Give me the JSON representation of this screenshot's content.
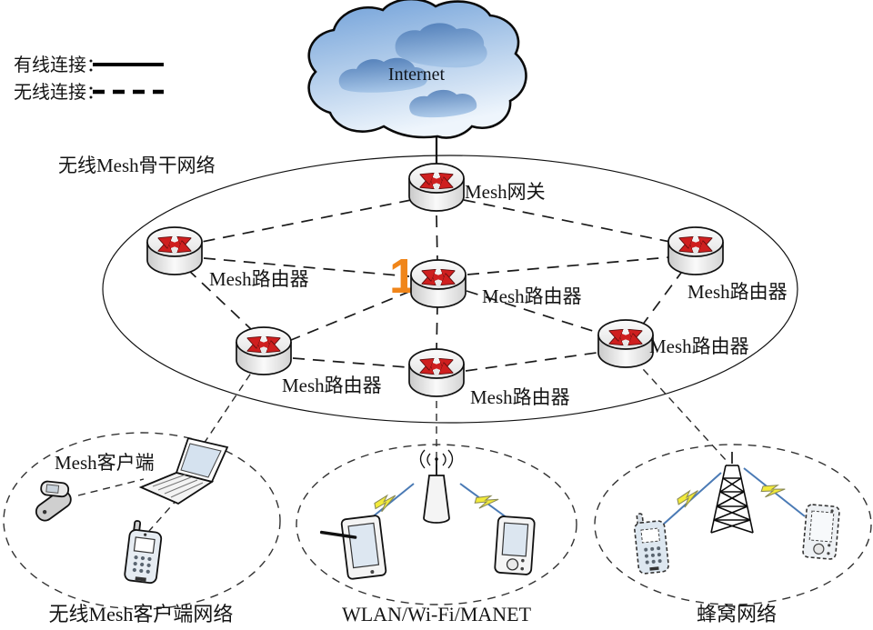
{
  "legend": {
    "wired_label": "有线连接：",
    "wired_style": "solid",
    "wireless_label": "无线连接：",
    "wireless_style": "dashed"
  },
  "internet": {
    "label": "Internet"
  },
  "backbone": {
    "title": "无线Mesh骨干网络",
    "gateway_label": "Mesh网关",
    "highlight_marker": "1",
    "routers": [
      {
        "id": "top-left",
        "label": "Mesh路由器"
      },
      {
        "id": "center",
        "label": "Mesh路由器"
      },
      {
        "id": "top-right",
        "label": "Mesh路由器"
      },
      {
        "id": "bottom-left",
        "label": "Mesh路由器"
      },
      {
        "id": "bottom-center",
        "label": "Mesh路由器"
      },
      {
        "id": "bottom-right",
        "label": "Mesh路由器"
      }
    ]
  },
  "client_networks": [
    {
      "id": "mesh-client-network",
      "label": "无线Mesh客户端网络",
      "inner_label": "Mesh客户端",
      "devices": [
        "flip-phone",
        "laptop",
        "mobile-phone"
      ]
    },
    {
      "id": "wlan-network",
      "label": "WLAN/Wi-Fi/MANET",
      "devices": [
        "tablet",
        "access-point",
        "pda"
      ]
    },
    {
      "id": "cellular-network",
      "label": "蜂窝网络",
      "devices": [
        "mobile-phone",
        "cell-tower",
        "pda"
      ]
    }
  ],
  "colors": {
    "router_arrow": "#cf1f1f",
    "highlight_marker": "#F08519",
    "cloud_dark": "#3f6fae",
    "cloud_light": "#e8f1fa",
    "lightning": "#f2ea3a",
    "radio_link": "#4a7ab5",
    "line": "#111111"
  }
}
